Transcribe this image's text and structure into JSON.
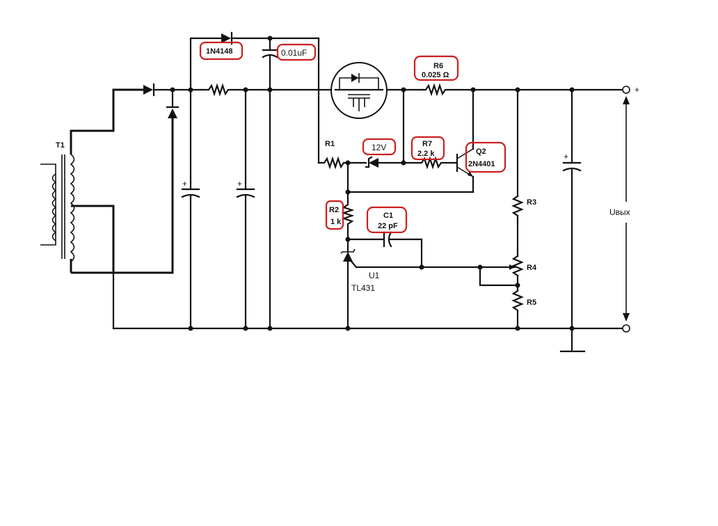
{
  "components": {
    "t1": "T1",
    "d_1n4148": "1N4148",
    "c_001": "0.01uF",
    "r6_name": "R6",
    "r6_value": "0.025 Ω",
    "r1": "R1",
    "zener_12v": "12V",
    "r7_name": "R7",
    "r7_value": "2.2 k",
    "q2_name": "Q2",
    "q2_part": "2N4401",
    "r2_name": "R2",
    "r2_value": "1 k",
    "c1_name": "C1",
    "c1_value": "22 pF",
    "u1_name": "U1",
    "u1_part": "TL431",
    "r3": "R3",
    "r4": "R4",
    "r5": "R5",
    "uout": "Uвых",
    "plus": "+",
    "cap_plus": "+"
  },
  "highlight_color": "#cc1f1f"
}
